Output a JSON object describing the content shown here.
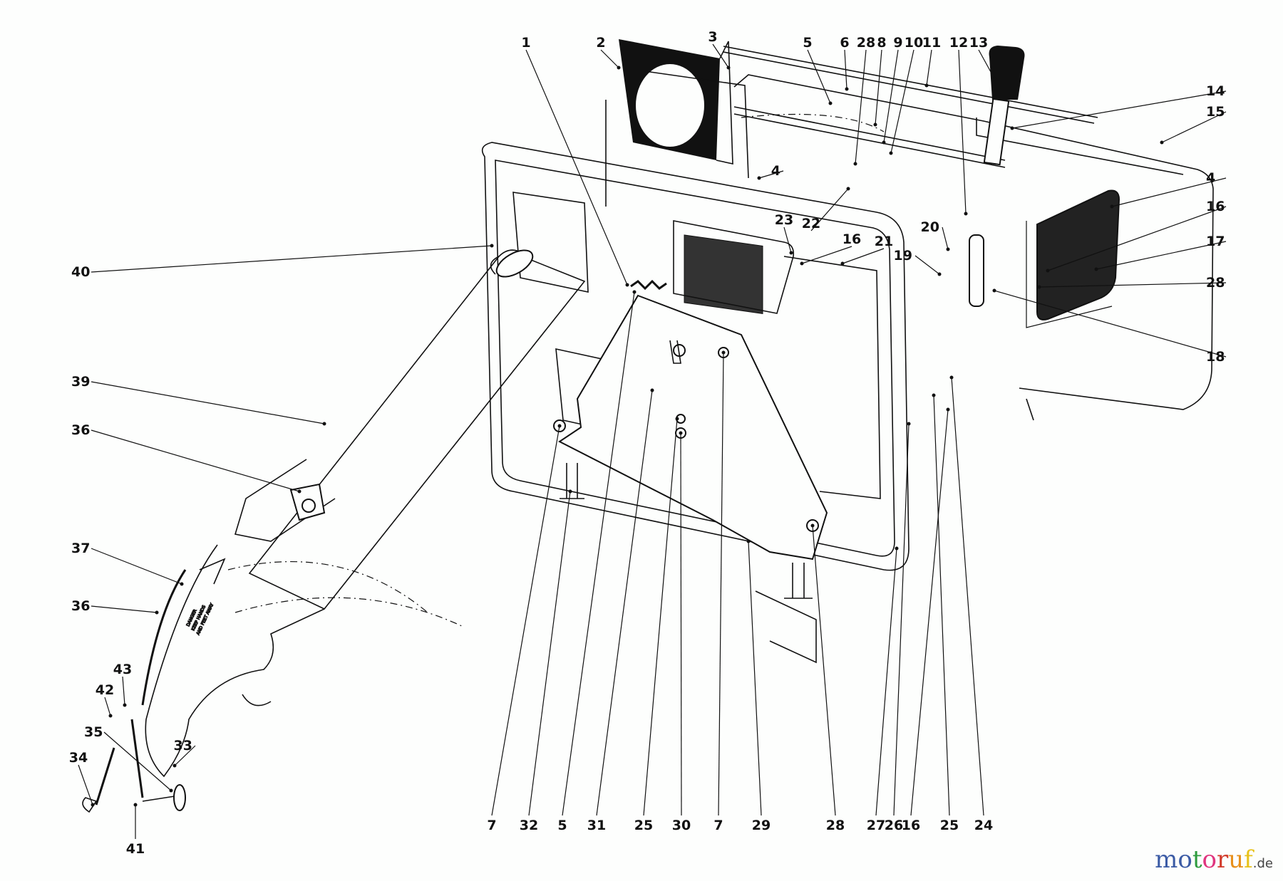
{
  "diagram": {
    "title": "Exploded parts diagram — snow thrower discharge chute and control panel assembly",
    "callouts_top": [
      "1",
      "2",
      "3",
      "5",
      "6",
      "28",
      "8",
      "9",
      "10",
      "11",
      "12",
      "13"
    ],
    "callouts_right": [
      "14",
      "15",
      "4",
      "16",
      "17",
      "28",
      "18"
    ],
    "callouts_middle": [
      "4",
      "23",
      "22",
      "16",
      "21",
      "20",
      "19"
    ],
    "callouts_bottom": [
      "7",
      "32",
      "5",
      "31",
      "25",
      "30",
      "7",
      "29",
      "28",
      "27",
      "26",
      "16",
      "25",
      "24"
    ],
    "callouts_left": [
      "40",
      "39",
      "36",
      "37",
      "36",
      "43",
      "42",
      "35",
      "34",
      "41",
      "33"
    ]
  },
  "chute_label_text": [
    "DANGER",
    "KEEP HANDS",
    "AND FEET AWAY"
  ],
  "watermark": {
    "letters": [
      "m",
      "o",
      "t",
      "o",
      "r",
      "u",
      "f"
    ],
    "colors": [
      "#3b5ba5",
      "#3b5ba5",
      "#2e9c3f",
      "#e0357e",
      "#d23a2a",
      "#e8901b",
      "#e8c21b"
    ],
    "tld": ".de"
  }
}
